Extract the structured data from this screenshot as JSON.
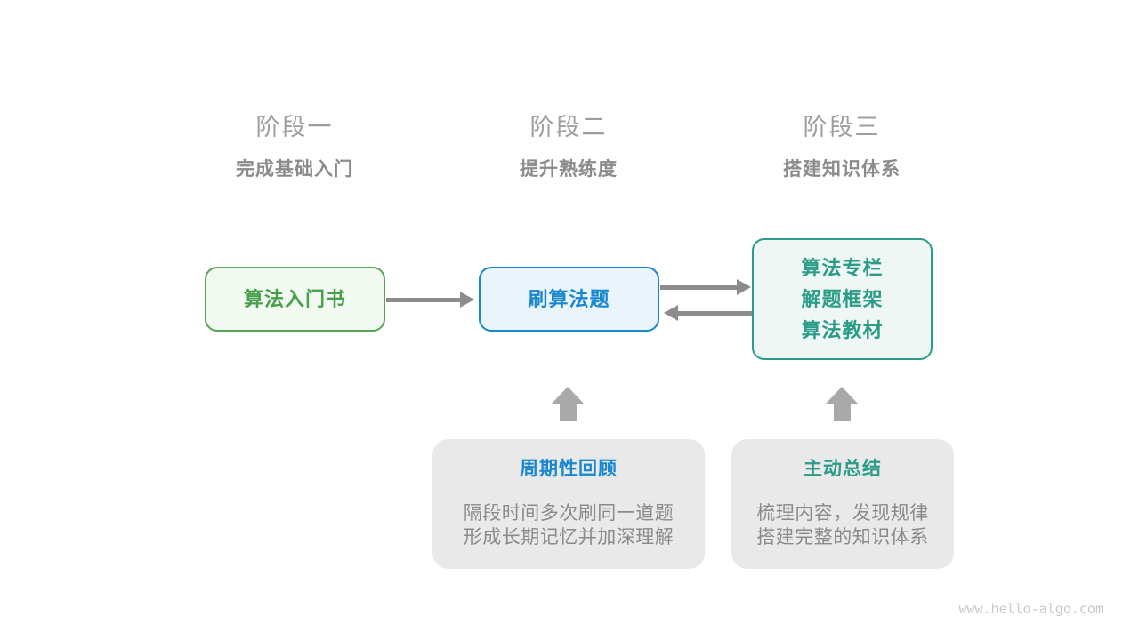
{
  "stages": [
    {
      "label": "阶段一",
      "sublabel": "完成基础入门"
    },
    {
      "label": "阶段二",
      "sublabel": "提升熟练度"
    },
    {
      "label": "阶段三",
      "sublabel": "搭建知识体系"
    }
  ],
  "nodes": {
    "intro_book": {
      "label": "算法入门书",
      "text_color": "#47a04e",
      "border_color": "#5aa45a",
      "bg_color": "#f2f9f0"
    },
    "practice": {
      "label": "刷算法题",
      "text_color": "#1787d0",
      "border_color": "#1787d0",
      "bg_color": "#eaf4fb"
    },
    "resources": {
      "lines": [
        "算法专栏",
        "解题框架",
        "算法教材"
      ],
      "text_color": "#2a9c87",
      "border_color": "#2c9c8a",
      "bg_color": "#eef7f3"
    }
  },
  "notes": [
    {
      "title": "周期性回顾",
      "title_color": "#1787d0",
      "lines": [
        "隔段时间多次刷同一道题",
        "形成长期记忆并加深理解"
      ]
    },
    {
      "title": "主动总结",
      "title_color": "#2a9c87",
      "lines": [
        "梳理内容，发现规律",
        "搭建完整的知识体系"
      ]
    }
  ],
  "watermark": "www.hello-algo.com",
  "colors": {
    "arrow": "#8c8c8c",
    "block_arrow": "#a9a9a9",
    "note_bg": "#e9e9e9",
    "note_text": "#8a8a8a",
    "stage_label": "#9d9d9d",
    "stage_sublabel": "#8b8b8b"
  }
}
